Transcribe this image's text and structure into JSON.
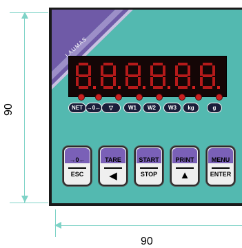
{
  "dimensions": {
    "width_label": "90",
    "height_label": "90"
  },
  "brand": "LAUMAS",
  "display": {
    "readout": "8.8.8.8.8.8"
  },
  "indicators": [
    {
      "label": "NET"
    },
    {
      "label": "→0←"
    },
    {
      "label": "▽"
    },
    {
      "label": "W1"
    },
    {
      "label": "W2"
    },
    {
      "label": "W3"
    },
    {
      "label": "kg"
    },
    {
      "label": "g"
    }
  ],
  "keys": [
    {
      "top": "→0←",
      "bottom": "ESC"
    },
    {
      "top": "TARE",
      "bottom": "◀"
    },
    {
      "top": "START",
      "bottom": "STOP"
    },
    {
      "top": "PRINT",
      "bottom": "▲"
    },
    {
      "top": "MENU",
      "bottom": "ENTER"
    }
  ],
  "colors": {
    "face": "#53b9b0",
    "bezel": "#1a1a1a",
    "display": "#140606",
    "segment": "#d11f1f",
    "key_accent": "#7a60b7",
    "dimension_lines": "#7fd3c7"
  }
}
